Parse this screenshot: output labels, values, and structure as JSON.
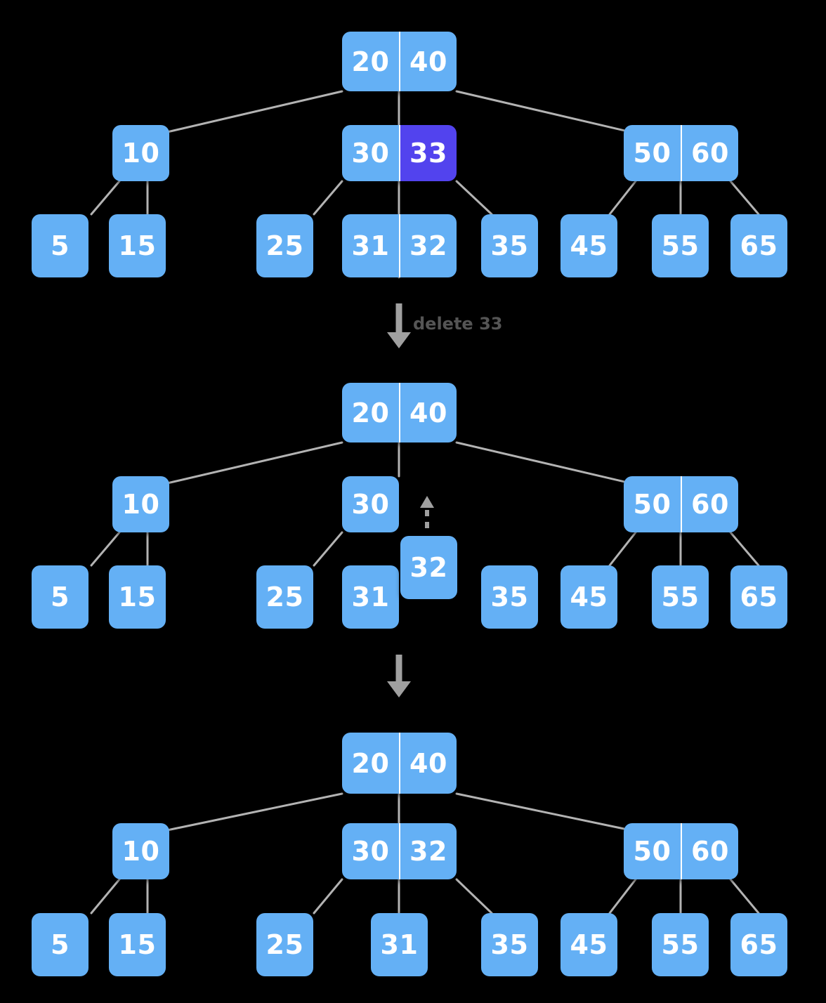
{
  "diagram": {
    "title": "B-tree deletion of key 33",
    "background_color": "#000000",
    "node_color": "#64b0f5",
    "highlight_color": "#5243ee",
    "edge_color": "#b3b3b3",
    "text_color": "#ffffff",
    "label_color": "#555555"
  },
  "steps": [
    {
      "id": "step-1",
      "label": "",
      "arrow_label": "delete 33"
    },
    {
      "id": "step-2",
      "label": "",
      "arrow_label": ""
    },
    {
      "id": "step-3",
      "label": "",
      "arrow_label": ""
    }
  ],
  "transitions": {
    "first": {
      "label": "delete 33",
      "direction": "down"
    },
    "second": {
      "label": "",
      "direction": "down"
    },
    "promote": {
      "label": "",
      "direction": "up",
      "style": "dashed"
    }
  },
  "trees": {
    "before": {
      "name": "tree-before-delete",
      "root": {
        "values": [
          "20",
          "40"
        ]
      },
      "level2": [
        {
          "values": [
            "10"
          ]
        },
        {
          "values": [
            "30",
            "33"
          ],
          "highlight_index": 1
        },
        {
          "values": [
            "50",
            "60"
          ]
        }
      ],
      "leaves": [
        {
          "values": [
            "5"
          ]
        },
        {
          "values": [
            "15"
          ]
        },
        {
          "values": [
            "25"
          ]
        },
        {
          "values": [
            "31",
            "32"
          ]
        },
        {
          "values": [
            "35"
          ]
        },
        {
          "values": [
            "45"
          ]
        },
        {
          "values": [
            "55"
          ]
        },
        {
          "values": [
            "65"
          ]
        }
      ]
    },
    "middle": {
      "name": "tree-after-delete-before-promote",
      "root": {
        "values": [
          "20",
          "40"
        ]
      },
      "level2": [
        {
          "values": [
            "10"
          ]
        },
        {
          "values": [
            "30"
          ]
        },
        {
          "values": [
            "50",
            "60"
          ]
        }
      ],
      "leaves": [
        {
          "values": [
            "5"
          ]
        },
        {
          "values": [
            "15"
          ]
        },
        {
          "values": [
            "25"
          ]
        },
        {
          "values": [
            "31"
          ]
        },
        {
          "values": [
            "32"
          ],
          "floating": true
        },
        {
          "values": [
            "35"
          ]
        },
        {
          "values": [
            "45"
          ]
        },
        {
          "values": [
            "55"
          ]
        },
        {
          "values": [
            "65"
          ]
        }
      ]
    },
    "after": {
      "name": "tree-final",
      "root": {
        "values": [
          "20",
          "40"
        ]
      },
      "level2": [
        {
          "values": [
            "10"
          ]
        },
        {
          "values": [
            "30",
            "32"
          ]
        },
        {
          "values": [
            "50",
            "60"
          ]
        }
      ],
      "leaves": [
        {
          "values": [
            "5"
          ]
        },
        {
          "values": [
            "15"
          ]
        },
        {
          "values": [
            "25"
          ]
        },
        {
          "values": [
            "31"
          ]
        },
        {
          "values": [
            "35"
          ]
        },
        {
          "values": [
            "45"
          ]
        },
        {
          "values": [
            "55"
          ]
        },
        {
          "values": [
            "65"
          ]
        }
      ]
    }
  },
  "values": {
    "t1_root_a": "20",
    "t1_root_b": "40",
    "t1_n10": "10",
    "t1_n30": "30",
    "t1_n33": "33",
    "t1_n50": "50",
    "t1_n60": "60",
    "t1_l5": "5",
    "t1_l15": "15",
    "t1_l25": "25",
    "t1_l31": "31",
    "t1_l32": "32",
    "t1_l35": "35",
    "t1_l45": "45",
    "t1_l55": "55",
    "t1_l65": "65",
    "t2_root_a": "20",
    "t2_root_b": "40",
    "t2_n10": "10",
    "t2_n30": "30",
    "t2_n50": "50",
    "t2_n60": "60",
    "t2_l5": "5",
    "t2_l15": "15",
    "t2_l25": "25",
    "t2_l31": "31",
    "t2_l32": "32",
    "t2_l35": "35",
    "t2_l45": "45",
    "t2_l55": "55",
    "t2_l65": "65",
    "t3_root_a": "20",
    "t3_root_b": "40",
    "t3_n10": "10",
    "t3_n30": "30",
    "t3_n32": "32",
    "t3_n50": "50",
    "t3_n60": "60",
    "t3_l5": "5",
    "t3_l15": "15",
    "t3_l25": "25",
    "t3_l31": "31",
    "t3_l35": "35",
    "t3_l45": "45",
    "t3_l55": "55",
    "t3_l65": "65",
    "delete_label": "delete 33"
  }
}
